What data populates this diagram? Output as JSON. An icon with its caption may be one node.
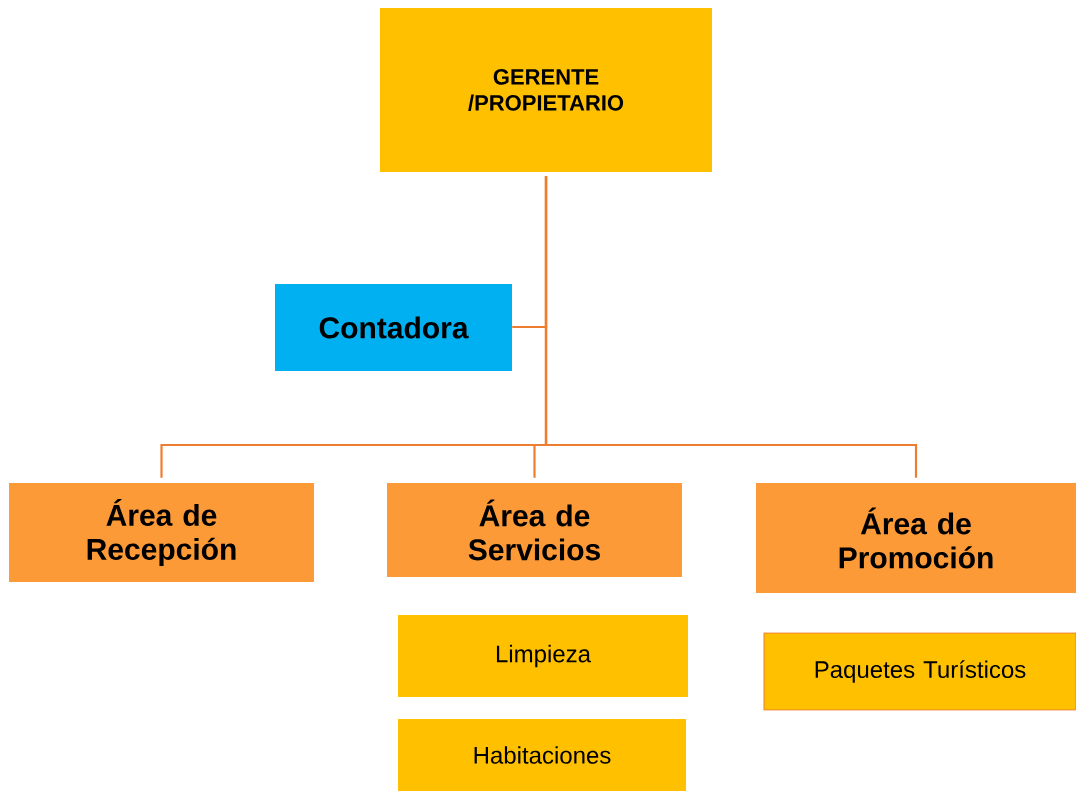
{
  "diagram": {
    "nodes": [
      {
        "text": [
          "GERENTE /PROPIETARIO"
        ]
      },
      {
        "text": [
          "Contadora"
        ]
      },
      {
        "text": [
          "Área de Recepción"
        ]
      },
      {
        "text": [
          "Área de Servicios"
        ]
      },
      {
        "text": [
          "Área de Promoción"
        ]
      },
      {
        "text": [
          "Limpieza"
        ]
      },
      {
        "text": [
          "Habitaciones"
        ]
      },
      {
        "text": [
          "Paquetes Turísticos"
        ]
      }
    ],
    "edges": [
      {
        "from": 0,
        "to": 1,
        "arrow": "none"
      },
      {
        "from": 0,
        "to": 2,
        "arrow": "none"
      },
      {
        "from": 0,
        "to": 3,
        "arrow": "none"
      },
      {
        "from": 0,
        "to": 4,
        "arrow": "none"
      }
    ]
  }
}
